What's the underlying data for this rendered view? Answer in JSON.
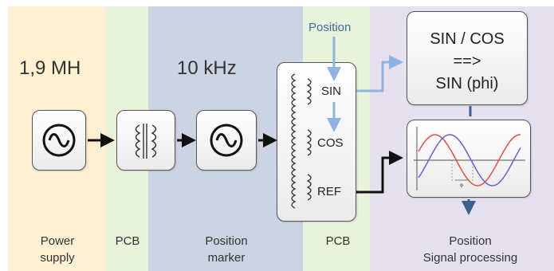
{
  "sections": {
    "power_frequency": "1,9 MH",
    "marker_frequency": "10 kHz",
    "power_label_1": "Power",
    "power_label_2": "supply",
    "pcb1_label": "PCB",
    "marker_label_1": "Position",
    "marker_label_2": "marker",
    "pcb2_label": "PCB",
    "signal_label_1": "Position",
    "signal_label_2": "Signal processing"
  },
  "sensor": {
    "position_input": "Position",
    "sin_label": "SIN",
    "cos_label": "COS",
    "ref_label": "REF"
  },
  "converter": {
    "line1": "SIN / COS",
    "line2": "==>",
    "line3": "SIN (phi)"
  },
  "icons": [
    "oscillator-icon",
    "transformer-icon",
    "sine-cosine-plot-icon"
  ],
  "colors": {
    "power_bg": "#fcefd2",
    "pcb_bg": "#e9f3dc",
    "marker_bg": "#ccd4e3",
    "signal_bg": "#e6e1ee",
    "arrow_blue": "#8fb3e0",
    "arrow_dark_blue": "#3b5f8f",
    "arrow_black": "#111111",
    "sine_red": "#e0504a",
    "sine_blue": "#6a5fd1"
  }
}
